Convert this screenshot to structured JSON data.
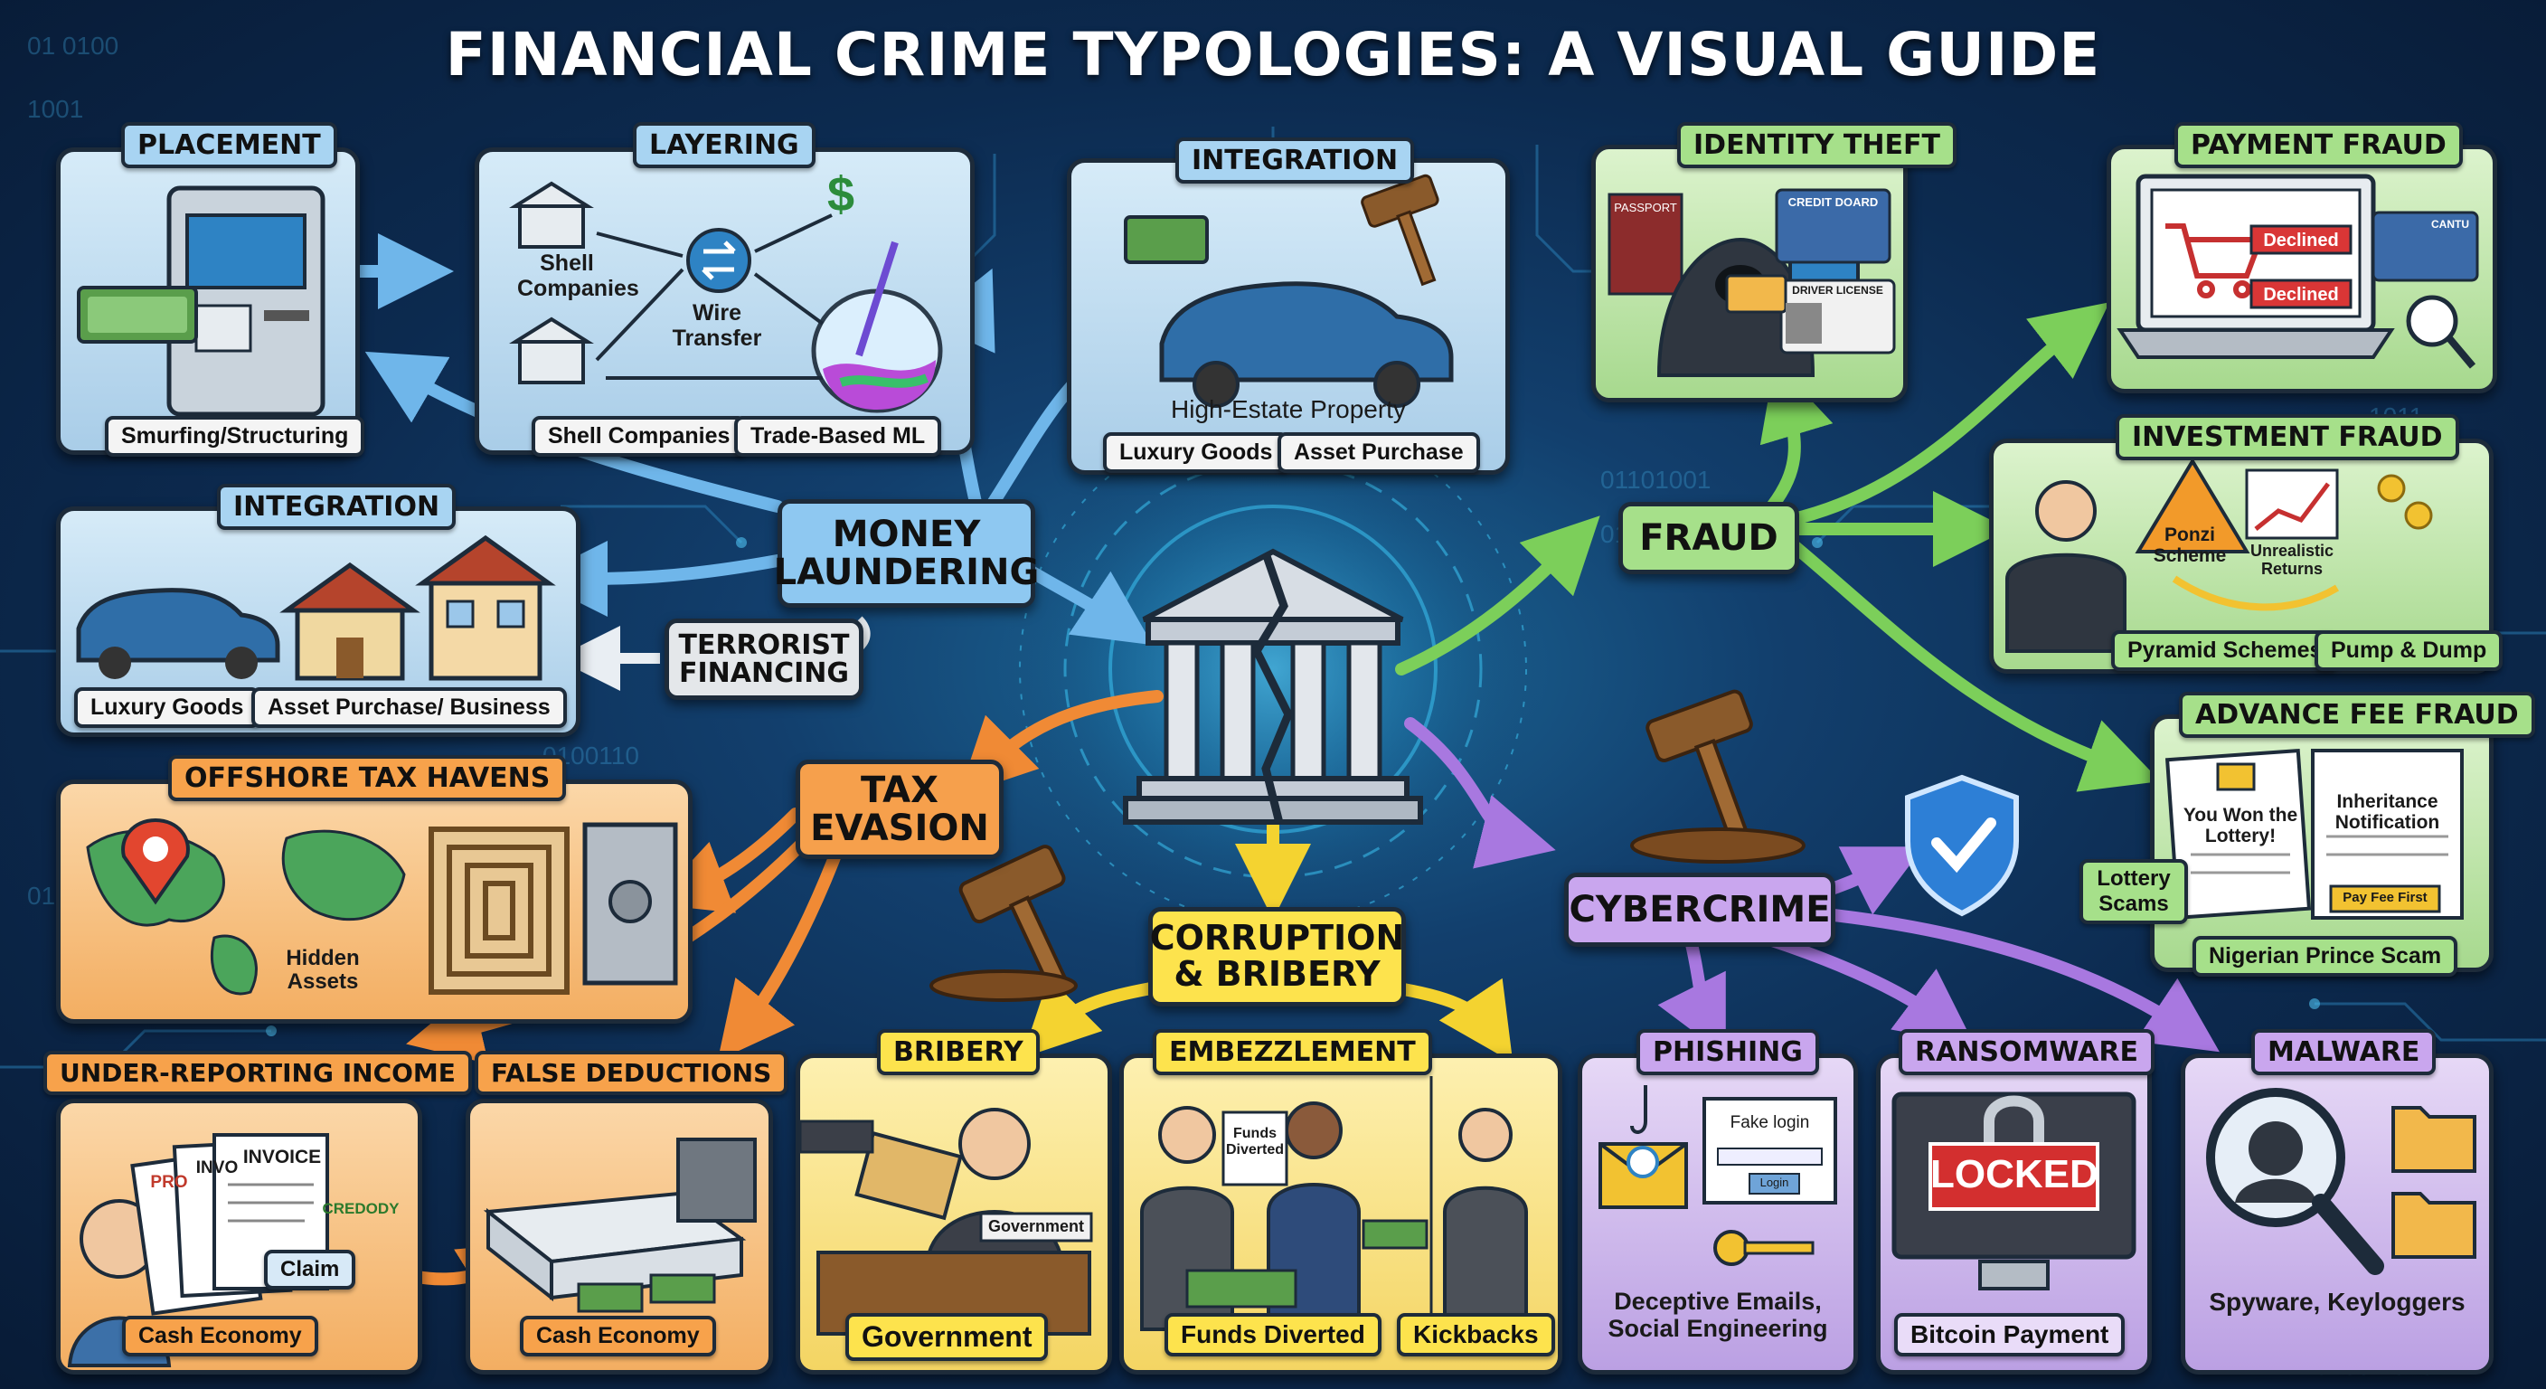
{
  "title": "FINANCIAL CRIME TYPOLOGIES: A VISUAL GUIDE",
  "colors": {
    "blue": "#a8d4f2",
    "orange": "#f7a24b",
    "yellow": "#fde34d",
    "green": "#a6e08a",
    "purple": "#c9a6ee"
  },
  "hubs": {
    "money_laundering": "MONEY LAUNDERING",
    "terrorist_financing": "TERRORIST FINANCING",
    "tax_evasion": "TAX EVASION",
    "corruption": "CORRUPTION & BRIBERY",
    "fraud": "FRAUD",
    "cybercrime": "CYBERCRIME"
  },
  "placement": {
    "title": "PLACEMENT",
    "label": "Smurfing/Structuring"
  },
  "layering": {
    "title": "LAYERING",
    "shell1": "Shell Companies",
    "wire": "Wire Transfer",
    "dollar": "$",
    "label1": "Shell Companies",
    "label2": "Trade-Based ML"
  },
  "integration_top": {
    "title": "INTEGRATION",
    "caption": "High-Estate Property",
    "label1": "Luxury Goods",
    "label2": "Asset Purchase"
  },
  "integration_left": {
    "title": "INTEGRATION",
    "label1": "Luxury Goods",
    "label2": "Asset Purchase/ Business"
  },
  "offshore": {
    "title": "OFFSHORE TAX HAVENS",
    "hidden": "Hidden Assets"
  },
  "underreporting": {
    "title": "UNDER-REPORTING INCOME",
    "invoice1": "INVOICE",
    "invoice2": "INVO",
    "invoice3": "PRO",
    "stamp": "CREDODY",
    "claim": "Claim",
    "label": "Cash Economy"
  },
  "false_deductions": {
    "title": "FALSE DEDUCTIONS",
    "label": "Cash Economy"
  },
  "bribery": {
    "title": "BRIBERY",
    "sign": "Government",
    "label": "Government"
  },
  "embezzlement": {
    "title": "EMBEZZLEMENT",
    "note": "Funds Diverted",
    "label1": "Funds Diverted",
    "label2": "Kickbacks"
  },
  "identity_theft": {
    "title": "IDENTITY THEFT",
    "passport": "PASSPORT",
    "credit_card": "CREDIT DOARD",
    "license": "DRIVER LICENSE"
  },
  "payment_fraud": {
    "title": "PAYMENT FRAUD",
    "declined1": "Declined",
    "declined2": "Declined",
    "card": "CANTU"
  },
  "investment_fraud": {
    "title": "INVESTMENT FRAUD",
    "ponzi": "Ponzi Scheme",
    "returns": "Unrealistic Returns",
    "label1": "Pyramid Schemes",
    "label2": "Pump & Dump"
  },
  "advance_fee": {
    "title": "ADVANCE FEE FRAUD",
    "letter1": "You Won the Lottery!",
    "letter2": "Inheritance Notification",
    "pay": "Pay Fee First",
    "lottery": "Lottery Scams",
    "label": "Nigerian Prince Scam"
  },
  "phishing": {
    "title": "PHISHING",
    "fake_login": "Fake login",
    "login_btn": "Login",
    "label": "Deceptive Emails, Social Engineering"
  },
  "ransomware": {
    "title": "RANSOMWARE",
    "locked": "LOCKED",
    "label": "Bitcoin Payment"
  },
  "malware": {
    "title": "MALWARE",
    "label": "Spyware, Keyloggers"
  }
}
